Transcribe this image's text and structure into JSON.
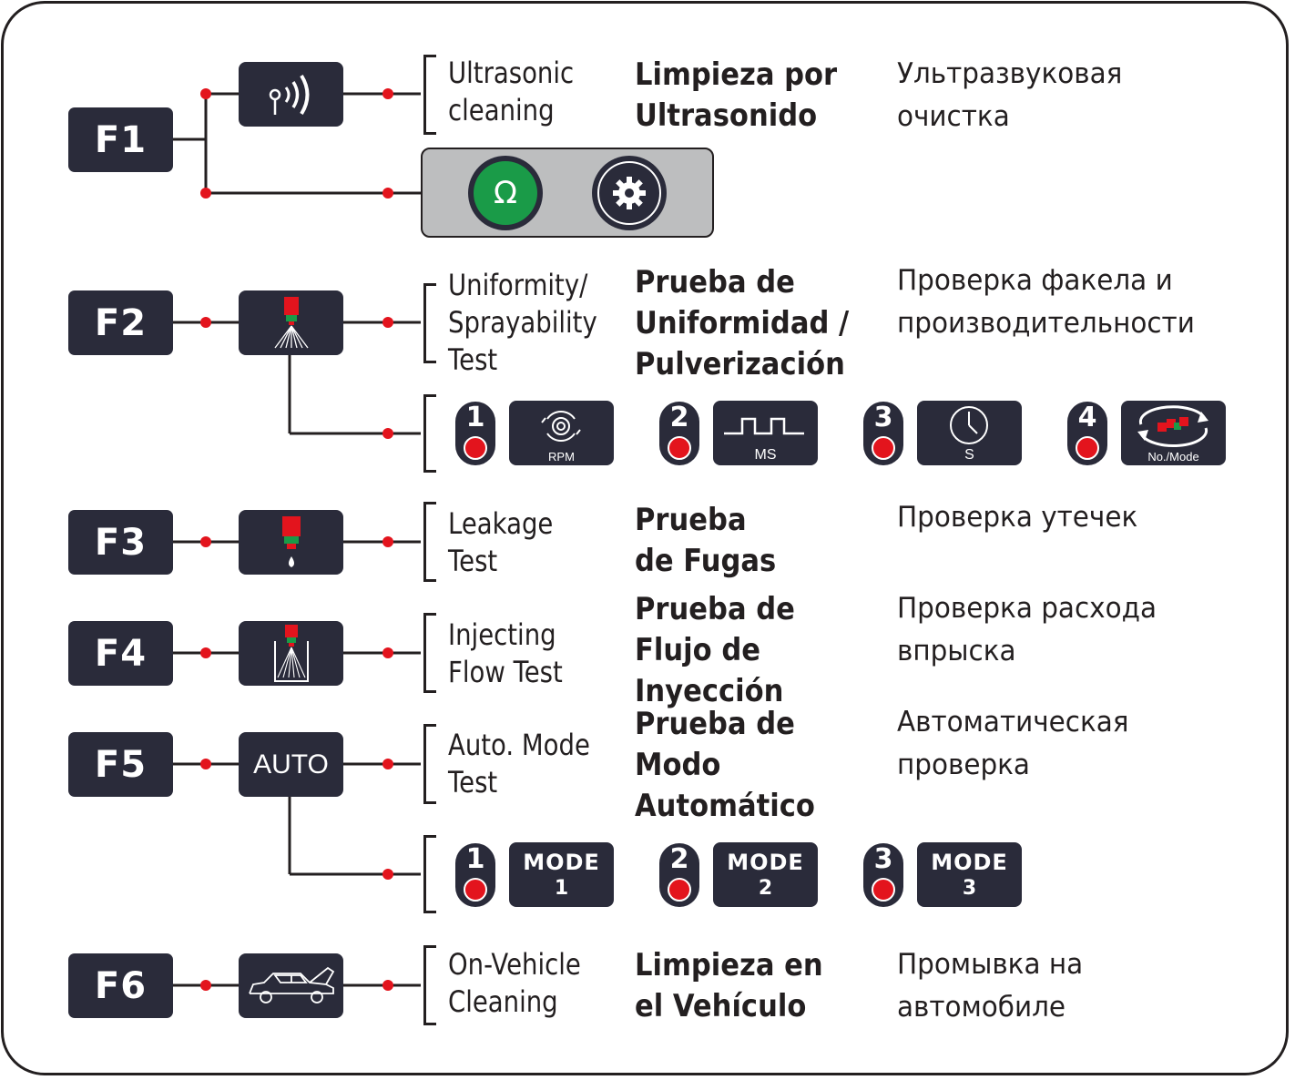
{
  "functions": [
    {
      "key": "F1",
      "en": "Ultrasonic\ncleaning",
      "es": "Limpieza por\nUltrasonido",
      "ru": "Ультразвуковая\nочистка",
      "icon": "ultrasonic-icon"
    },
    {
      "key": "F2",
      "en": "Uniformity/\nSprayability\nTest",
      "es": "Prueba de\nUniformidad /\nPulverización",
      "ru": "Проверка факела и\nпроизводительности",
      "icon": "spray-nozzle-icon"
    },
    {
      "key": "F3",
      "en": "Leakage\nTest",
      "es": "Prueba\nde Fugas",
      "ru": "Проверка утечек",
      "icon": "leak-drop-icon"
    },
    {
      "key": "F4",
      "en": "Injecting\nFlow Test",
      "es": "Prueba de\nFlujo de\nInyección",
      "ru": "Проверка расхода\nвпрыска",
      "icon": "beaker-injector-icon"
    },
    {
      "key": "F5",
      "en": "Auto. Mode\nTest",
      "es": "Prueba de\nModo\nAutomático",
      "ru": "Автоматическая\nпроверка",
      "icon_text": "AUTO"
    },
    {
      "key": "F6",
      "en": "On-Vehicle\nCleaning",
      "es": "Limpieza en\nel Vehículo",
      "ru": "Промывка на\nавтомобиле",
      "icon": "car-hood-open-icon"
    }
  ],
  "f1_panel": {
    "buttons": [
      {
        "icon": "omega-icon",
        "glyph": "Ω",
        "color": "#1a9b48"
      },
      {
        "icon": "gear-icon",
        "color": "#2a2b3a"
      }
    ]
  },
  "f2_params": [
    {
      "num": "1",
      "label": "RPM",
      "icon": "rpm-dial-icon"
    },
    {
      "num": "2",
      "label": "MS",
      "icon": "pulse-wave-icon"
    },
    {
      "num": "3",
      "label": "S",
      "icon": "clock-icon"
    },
    {
      "num": "4",
      "label": "No./Mode",
      "icon": "cycle-arrows-icon"
    }
  ],
  "f5_modes": [
    {
      "num": "1",
      "label": "MODE",
      "value": "1"
    },
    {
      "num": "2",
      "label": "MODE",
      "value": "2"
    },
    {
      "num": "3",
      "label": "MODE",
      "value": "3"
    }
  ],
  "colors": {
    "key_bg": "#2a2b3a",
    "dot_red": "#e3141d",
    "omega_green": "#1a9b48",
    "panel_grey": "#bdbebf",
    "nozzle_red": "#e3141d",
    "nozzle_green": "#1a9b48"
  }
}
